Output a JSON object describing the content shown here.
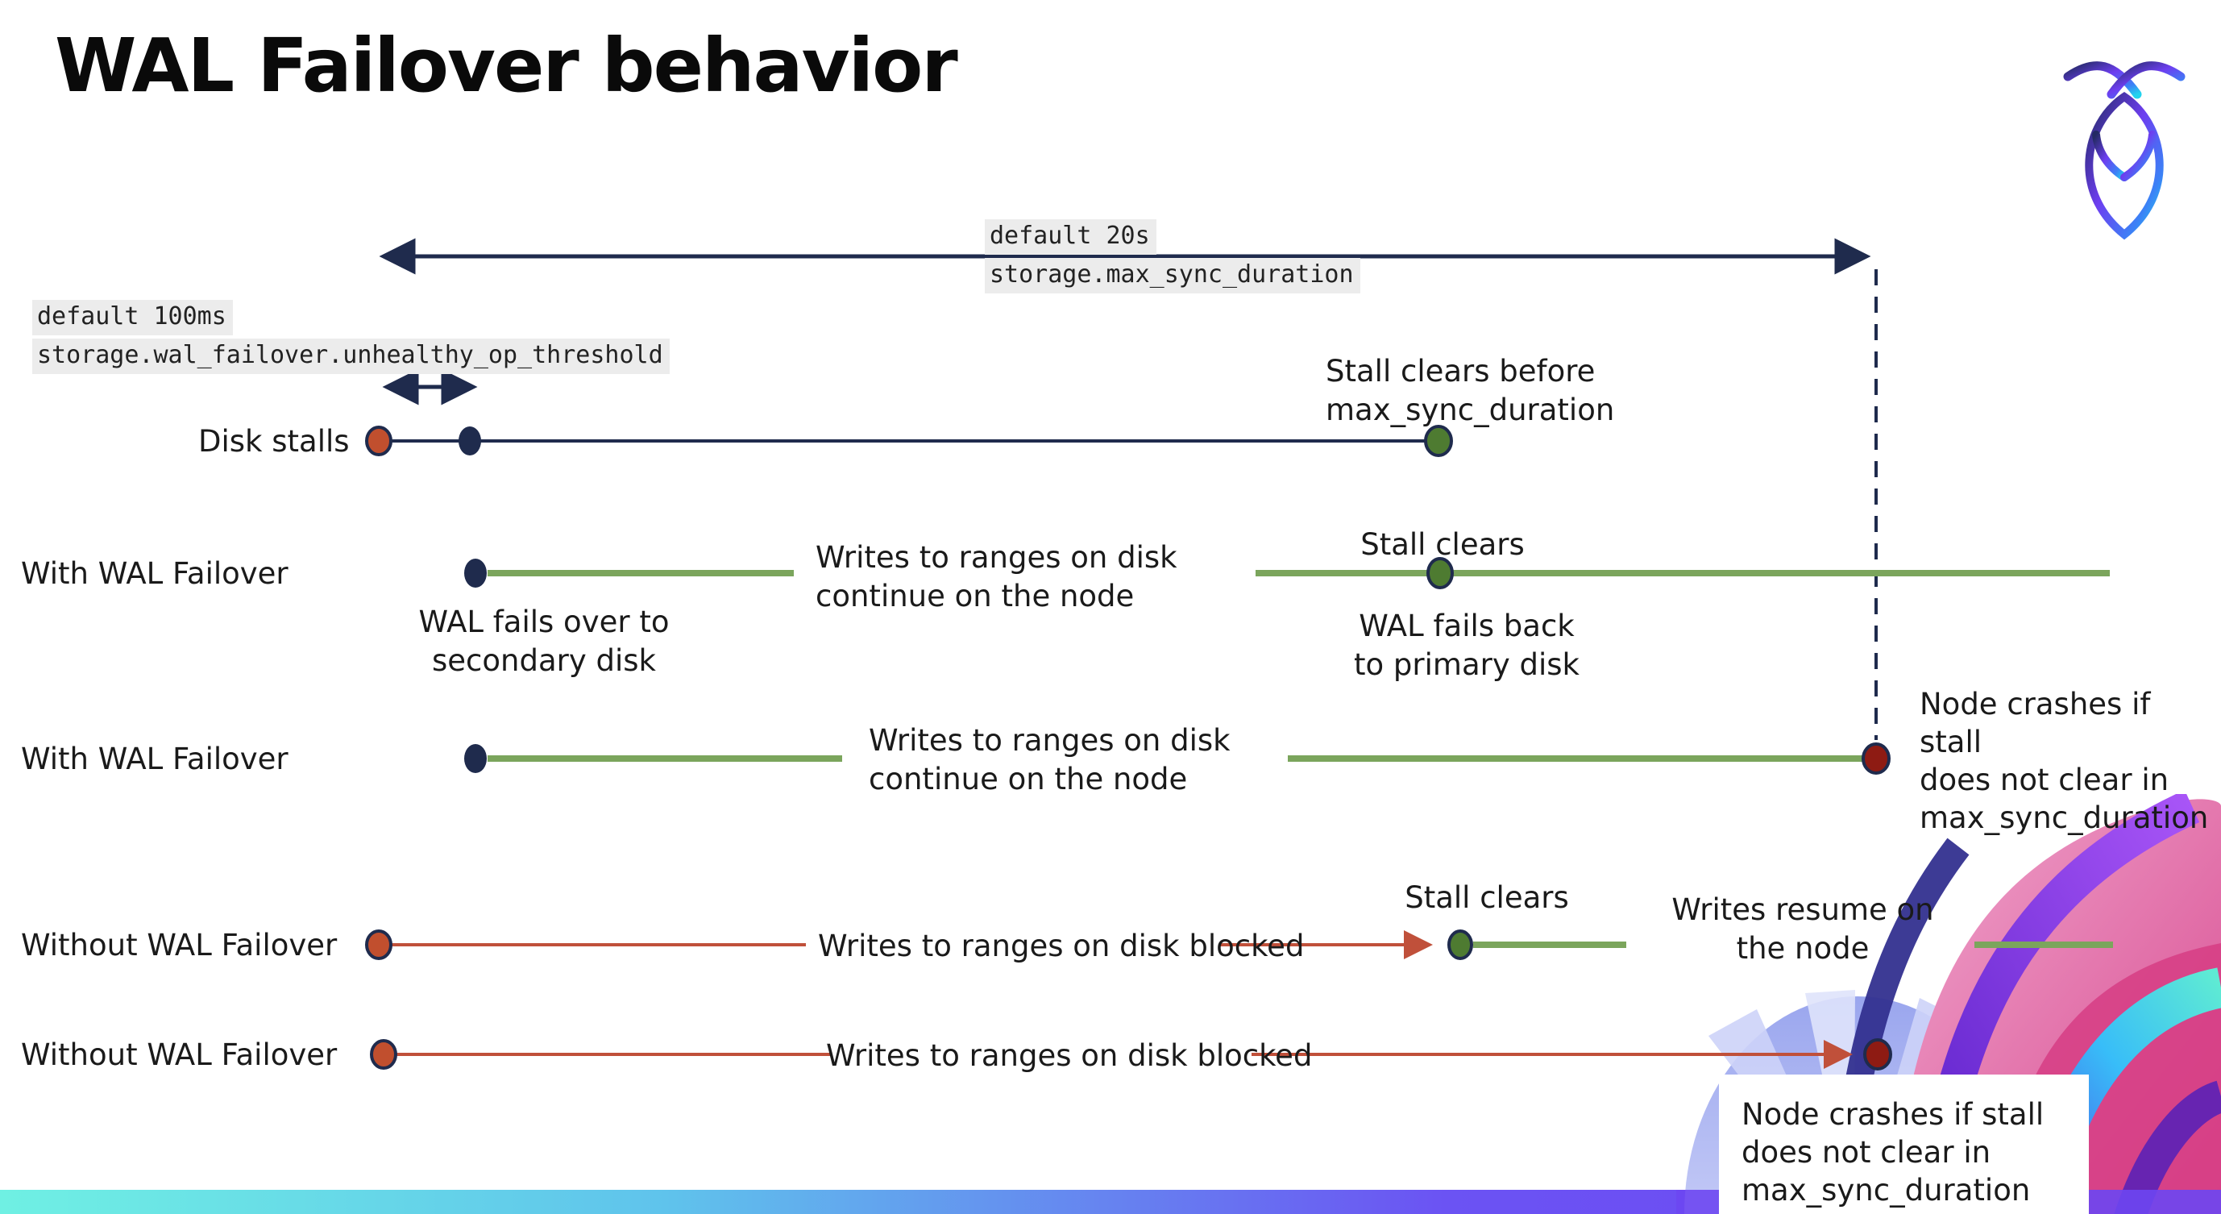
{
  "page": {
    "title": "WAL Failover behavior"
  },
  "logo": {
    "name": "cockroach-logo"
  },
  "settings": {
    "max_sync_duration": {
      "line1": "default 20s",
      "line2": "storage.max_sync_duration"
    },
    "unhealthy_op_threshold": {
      "line1": "default 100ms",
      "line2": "storage.wal_failover.unhealthy_op_threshold"
    }
  },
  "rows": {
    "disk_stalls": {
      "label": "Disk stalls",
      "stall_clears": "Stall clears before\nmax_sync_duration"
    },
    "with_wal_1": {
      "label": "With WAL Failover",
      "failover_note": "WAL fails over to\nsecondary disk",
      "mid_note": "Writes to ranges on disk\ncontinue on the node",
      "stall_clears": "Stall clears",
      "fails_back": "WAL fails  back\nto primary disk"
    },
    "with_wal_2": {
      "label": "With WAL Failover",
      "mid_note": "Writes to ranges on disk\ncontinue on the node",
      "crash_note": "Node crashes if stall\ndoes not clear in\nmax_sync_duration"
    },
    "without_wal_1": {
      "label": "Without WAL Failover",
      "mid_note": "Writes to ranges on disk  blocked",
      "stall_clears": "Stall clears",
      "resume_note": "Writes resume on\nthe node"
    },
    "without_wal_2": {
      "label": "Without WAL Failover",
      "mid_note": "Writes to ranges on disk  blocked",
      "crash_note": "Node crashes if stall\ndoes not clear in\nmax_sync_duration"
    }
  },
  "colors": {
    "navy": "#1f2b4d",
    "green_line": "#7ba55c",
    "green_dot": "#4e7b31",
    "red_orange_dot": "#c14f2e",
    "maroon_dot": "#8e1b13",
    "red_line": "#c0503a",
    "label_highlight": "#ececec",
    "bar_gradient": [
      "#6ff0e3",
      "#5fc3ec",
      "#6b53f3",
      "#6d46f2"
    ]
  }
}
